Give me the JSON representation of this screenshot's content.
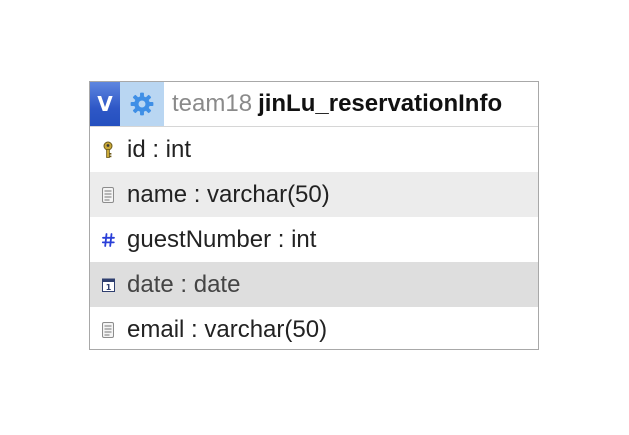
{
  "table": {
    "toggle_label": "V",
    "database": "team18",
    "name": "jinLu_reservationInfo",
    "columns": [
      {
        "label": "id : int",
        "icon": "key-icon"
      },
      {
        "label": "name : varchar(50)",
        "icon": "text-column-icon"
      },
      {
        "label": "guestNumber : int",
        "icon": "number-column-icon"
      },
      {
        "label": "date : date",
        "icon": "date-column-icon"
      },
      {
        "label": "email : varchar(50)",
        "icon": "text-column-icon"
      }
    ]
  },
  "colors": {
    "toggle_blue": "#2e57c6",
    "settings_bg": "#b9d6f2",
    "gear_blue": "#3f8fe6",
    "border": "#a8a8a8",
    "shaded_row": "#ececec",
    "selected_row": "#dedede",
    "db_name_gray": "#8a8a8a",
    "number_icon_blue": "#2a3fd8"
  }
}
